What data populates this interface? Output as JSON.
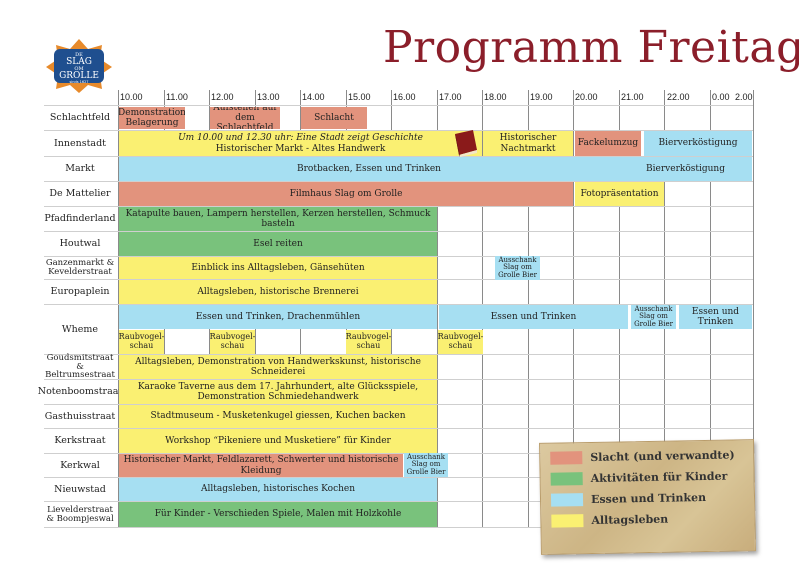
{
  "title": "Programm Freitag",
  "logo": {
    "line1": "DE",
    "line2": "SLAG",
    "line3": "OM",
    "line4": "GROLLE",
    "line5": "sinds 1627"
  },
  "colors": {
    "slacht": "#e2937d",
    "kinder": "#79c27c",
    "essen": "#a6dff2",
    "alltag": "#faf072",
    "title": "#8b1e2a"
  },
  "hours": [
    "10.00",
    "11.00",
    "12.00",
    "13.00",
    "14.00",
    "15.00",
    "16.00",
    "17.00",
    "18.00",
    "19.00",
    "20.00",
    "21.00",
    "22.00",
    "0.00",
    "2.00"
  ],
  "rows": [
    "Schlachtfeld",
    "Innenstadt",
    "Markt",
    "De Mattelier",
    "Pfadfinderland",
    "Houtwal",
    "Ganzenmarkt & Kevelderstraat",
    "Europaplein",
    "Wheme",
    "Goudsmitstraat & Beltrumsestraat",
    "Notenboomstraat",
    "Gasthuisstraat",
    "Kerkstraat",
    "Kerkwal",
    "Nieuwstad",
    "Lievelderstraat & Boompjeswal"
  ],
  "events": {
    "schlachtfeld_demo": "Demonstration Belagerung",
    "schlachtfeld_aufstellen": "Aufstellen auf dem Schlachtfeld",
    "schlachtfeld_schlacht": "Schlacht",
    "innenstadt_main_l1": "Um 10.00 und 12.30 uhr: Eine Stadt zeigt Geschichte",
    "innenstadt_main_l2": "Historischer Markt - Altes Handwerk",
    "innenstadt_nachtmarkt": "Historischer Nachtmarkt",
    "innenstadt_fackel": "Fackelumzug",
    "innenstadt_bier": "Bierverköstigung",
    "markt_brot": "Brotbacken, Essen und Trinken",
    "markt_bier": "Bierverköstigung",
    "mattelier_film": "Filmhaus Slag om Grolle",
    "mattelier_foto": "Fotopräsentation",
    "pfadfinder": "Katapulte bauen, Lampern herstellen, Kerzen herstellen, Schmuck basteln",
    "houtwal": "Esel reiten",
    "ganzenmarkt": "Einblick ins Alltagsleben, Gänsehüten",
    "ganzenmarkt_ausschank": "Ausschank Slag om Grolle Bier",
    "europaplein": "Alltagsleben, historische Brennerei",
    "wheme_essen1": "Essen und Trinken, Drachenmühlen",
    "wheme_essen2": "Essen und Trinken",
    "wheme_ausschank": "Ausschank Slag om Grolle Bier",
    "wheme_essen3": "Essen und Trinken",
    "wheme_raubvogel": "Raubvogel-schau",
    "goudsmit": "Alltagsleben, Demonstration von Handwerkskunst, historische Schneiderei",
    "notenboom_l1": "Karaoke Taverne aus dem 17. Jahrhundert, alte Glücksspiele,",
    "notenboom_l2": "Demonstration Schmiedehandwerk",
    "gasthuis": "Stadtmuseum - Musketenkugel giessen, Kuchen backen",
    "kerkstraat": "Workshop “Pikeniere und Musketiere” für Kinder",
    "kerkwal": "Historischer Markt, Feldlazarett, Schwerter und historische Kleidung",
    "kerkwal_ausschank": "Ausschank Slag om Grolle Bier",
    "nieuwstad": "Alltagsleben, historisches Kochen",
    "lievelder": "Für Kinder - Verschieden Spiele, Malen mit Holzkohle"
  },
  "legend": [
    "Slacht (und verwandte)",
    "Aktivitäten für Kinder",
    "Essen und Trinken",
    "Alltagsleben"
  ]
}
